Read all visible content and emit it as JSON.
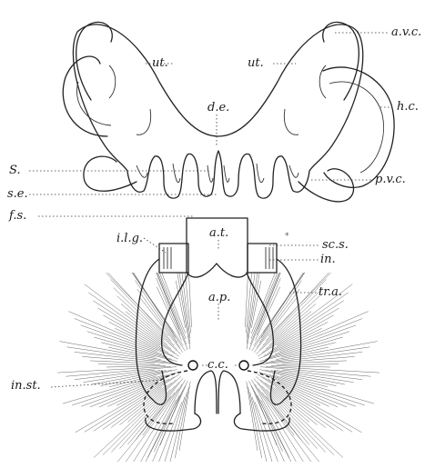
{
  "figure": {
    "labels": {
      "avc": "a.v.c.",
      "ut_left": "ut.",
      "ut_right": "ut.",
      "hc": "h.c.",
      "de": "d.e.",
      "S": "S.",
      "pvc": "p.v.c.",
      "se": "s.e.",
      "fs": "f.s.",
      "at": "a.t.",
      "ilg": "i.l.g.",
      "scs": "sc.s.",
      "in": "in.",
      "tra": "tr.a.",
      "ap": "a.p.",
      "instn": "in.st.",
      "cc": "c.c."
    }
  }
}
